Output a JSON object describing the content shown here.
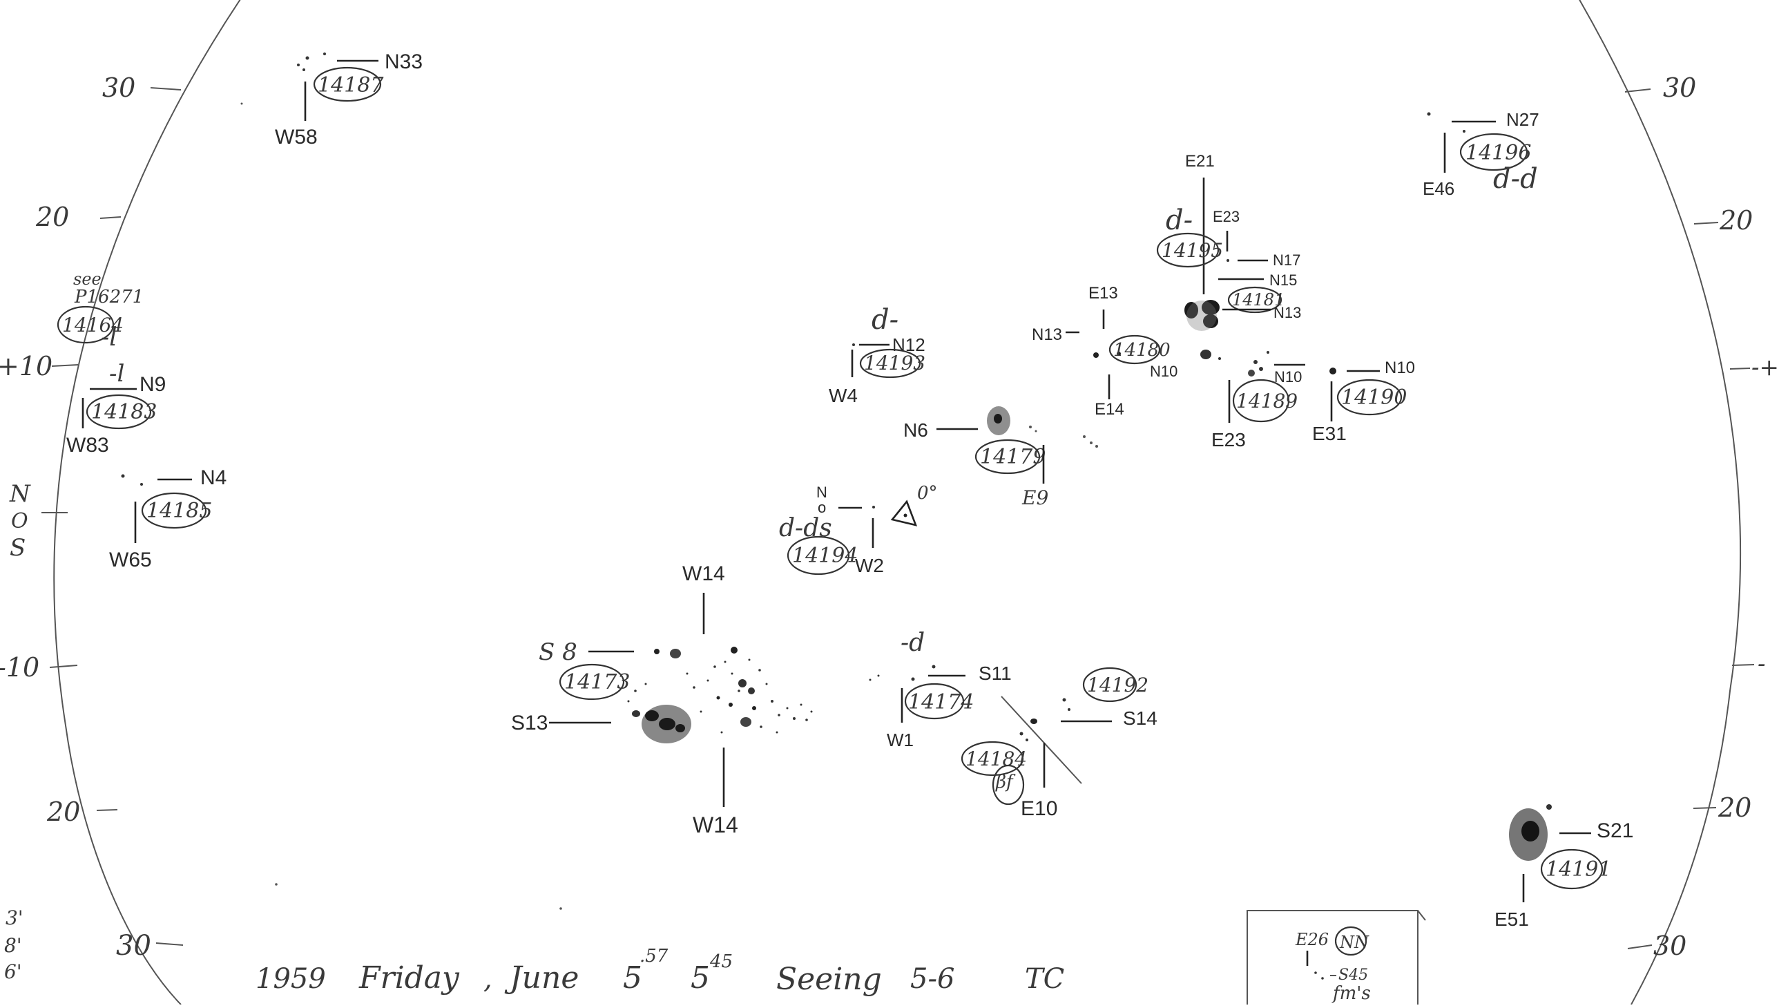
{
  "latitude_ticks": {
    "left": [
      "30",
      "20",
      "+10",
      "-10",
      "20",
      "30"
    ],
    "right": [
      "30",
      "20",
      "20",
      "30"
    ],
    "right_edge": [
      "-+",
      "-"
    ]
  },
  "equator_marker": {
    "n": "N",
    "o": "O",
    "s": "S"
  },
  "regions": [
    {
      "number": "14187",
      "lat": "N33",
      "lon": "W58"
    },
    {
      "number": "14164",
      "ref": "P16271",
      "note": "see",
      "class_note": "-l"
    },
    {
      "number": "14183",
      "lat": "N9",
      "lon": "W83",
      "class_note": "-l"
    },
    {
      "number": "14185",
      "lat": "N4",
      "lon": "W65"
    },
    {
      "number": "14193",
      "lat": "N12",
      "lon": "W4",
      "class_note": "d-"
    },
    {
      "number": "14180",
      "lat": "N13",
      "lat2": "N10",
      "lon": "E13",
      "lon2": "E14"
    },
    {
      "number": "14195",
      "lon": "E21",
      "lon2": "E23",
      "class_note": "d-"
    },
    {
      "number": "14181",
      "lat": "N17",
      "lat2": "N15",
      "lat3": "N13"
    },
    {
      "number": "14189",
      "lat": "N10",
      "lon": "E23"
    },
    {
      "number": "14190",
      "lat": "N10",
      "lon": "E31"
    },
    {
      "number": "14196",
      "lat": "N27",
      "lon": "E46",
      "class_note": "d-d"
    },
    {
      "number": "14179",
      "lat": "N6",
      "lon": "E9"
    },
    {
      "number": "14194",
      "lon": "W2",
      "class_note": "d-ds",
      "class_n": "N",
      "class_o": "o",
      "angle": "0°"
    },
    {
      "number": "14173",
      "lat": "S 8",
      "lat2": "S13",
      "lon": "W14",
      "lon2": "W14"
    },
    {
      "number": "14174",
      "lat": "S11",
      "lon": "W1",
      "class_note": "-d"
    },
    {
      "number": "14192",
      "lat": "S14"
    },
    {
      "number": "14184",
      "lon": "E10",
      "class_note": "βf"
    },
    {
      "number": "14191",
      "lat": "S21",
      "lon": "E51"
    }
  ],
  "footer": {
    "year": "1959",
    "day": "Friday",
    "month": "June",
    "date_main": "5",
    "date_sup": ".57",
    "time_main": "5",
    "time_sup": "45",
    "seeing_label": "Seeing",
    "seeing_value": "5-6",
    "observer": "TC"
  },
  "inset_box": {
    "lon": "E26",
    "label": "NN",
    "lat": "S45",
    "note": "fm's"
  },
  "left_edge_fragments": [
    "3'",
    "8'",
    "6'"
  ]
}
